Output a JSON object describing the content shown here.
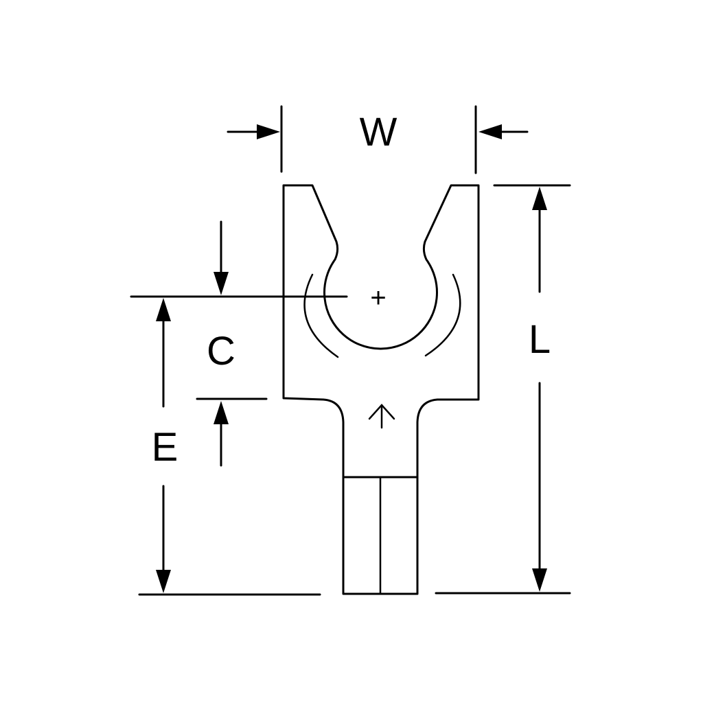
{
  "diagram": {
    "labels": {
      "width": "W",
      "length": "L",
      "center_offset": "C",
      "edge_to_center": "E"
    },
    "center_mark": "+"
  }
}
